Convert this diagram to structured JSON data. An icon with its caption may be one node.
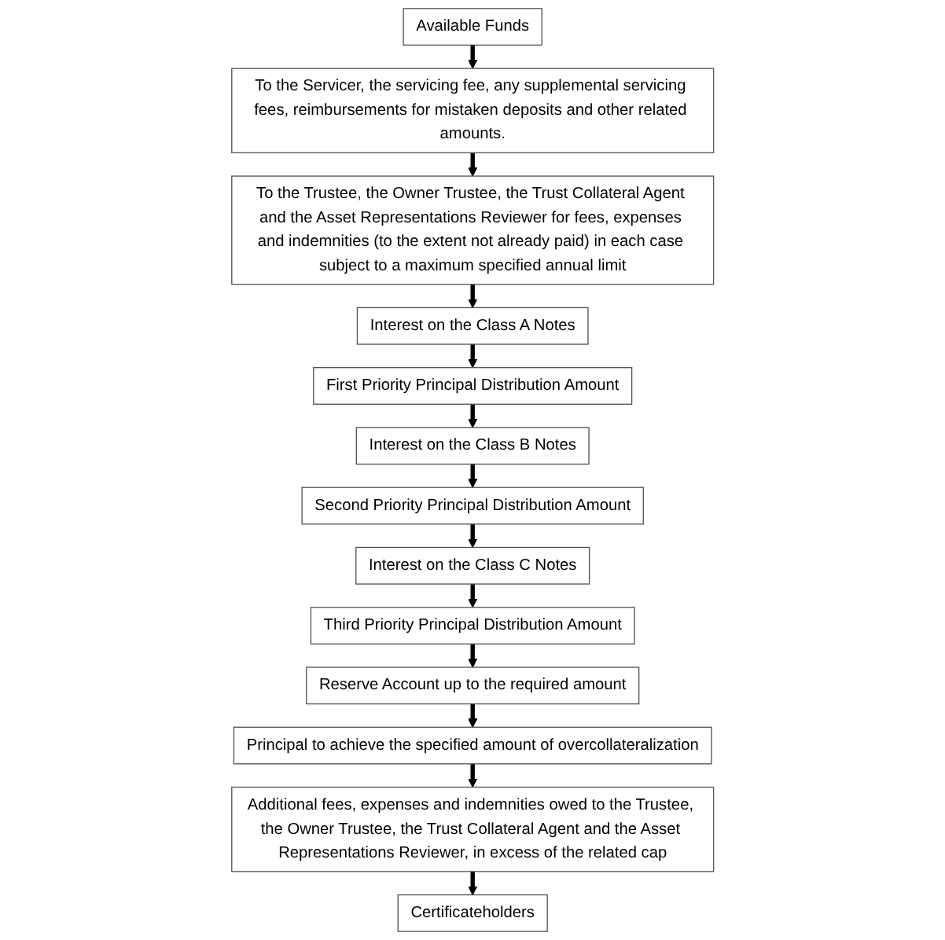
{
  "diagram": {
    "nodes": [
      {
        "text": [
          "Available Funds"
        ]
      },
      {
        "text": [
          "To the Servicer, the servicing fee, any supplemental servicing fees, reimbursements for mistaken deposits and other related amounts."
        ]
      },
      {
        "text": [
          "To the Trustee, the Owner Trustee, the Trust Collateral Agent and the Asset Representations Reviewer for fees, expenses and indemnities (to the extent not already paid) in each case subject to a maximum specified annual limit"
        ]
      },
      {
        "text": [
          "Interest on the Class A Notes"
        ]
      },
      {
        "text": [
          "First Priority Principal Distribution Amount"
        ]
      },
      {
        "text": [
          "Interest on the Class B Notes"
        ]
      },
      {
        "text": [
          "Second Priority Principal Distribution Amount"
        ]
      },
      {
        "text": [
          "Interest on the Class C Notes"
        ]
      },
      {
        "text": [
          "Third Priority Principal Distribution Amount"
        ]
      },
      {
        "text": [
          "Reserve Account up to the required amount"
        ]
      },
      {
        "text": [
          "Principal to achieve the specified amount of overcollateralization"
        ]
      },
      {
        "text": [
          "Additional fees, expenses and indemnities owed to the Trustee, the Owner Trustee, the Trust Collateral Agent and the Asset Representations Reviewer, in excess of the related cap"
        ]
      },
      {
        "text": [
          "Certificateholders"
        ]
      }
    ],
    "edges": [
      {
        "from": 0,
        "to": 1,
        "arrow": "to"
      },
      {
        "from": 1,
        "to": 2,
        "arrow": "to"
      },
      {
        "from": 2,
        "to": 3,
        "arrow": "to"
      },
      {
        "from": 3,
        "to": 4,
        "arrow": "to"
      },
      {
        "from": 4,
        "to": 5,
        "arrow": "to"
      },
      {
        "from": 5,
        "to": 6,
        "arrow": "to"
      },
      {
        "from": 6,
        "to": 7,
        "arrow": "to"
      },
      {
        "from": 7,
        "to": 8,
        "arrow": "to"
      },
      {
        "from": 8,
        "to": 9,
        "arrow": "to"
      },
      {
        "from": 9,
        "to": 10,
        "arrow": "to"
      },
      {
        "from": 10,
        "to": 11,
        "arrow": "to"
      },
      {
        "from": 11,
        "to": 12,
        "arrow": "to"
      }
    ]
  }
}
